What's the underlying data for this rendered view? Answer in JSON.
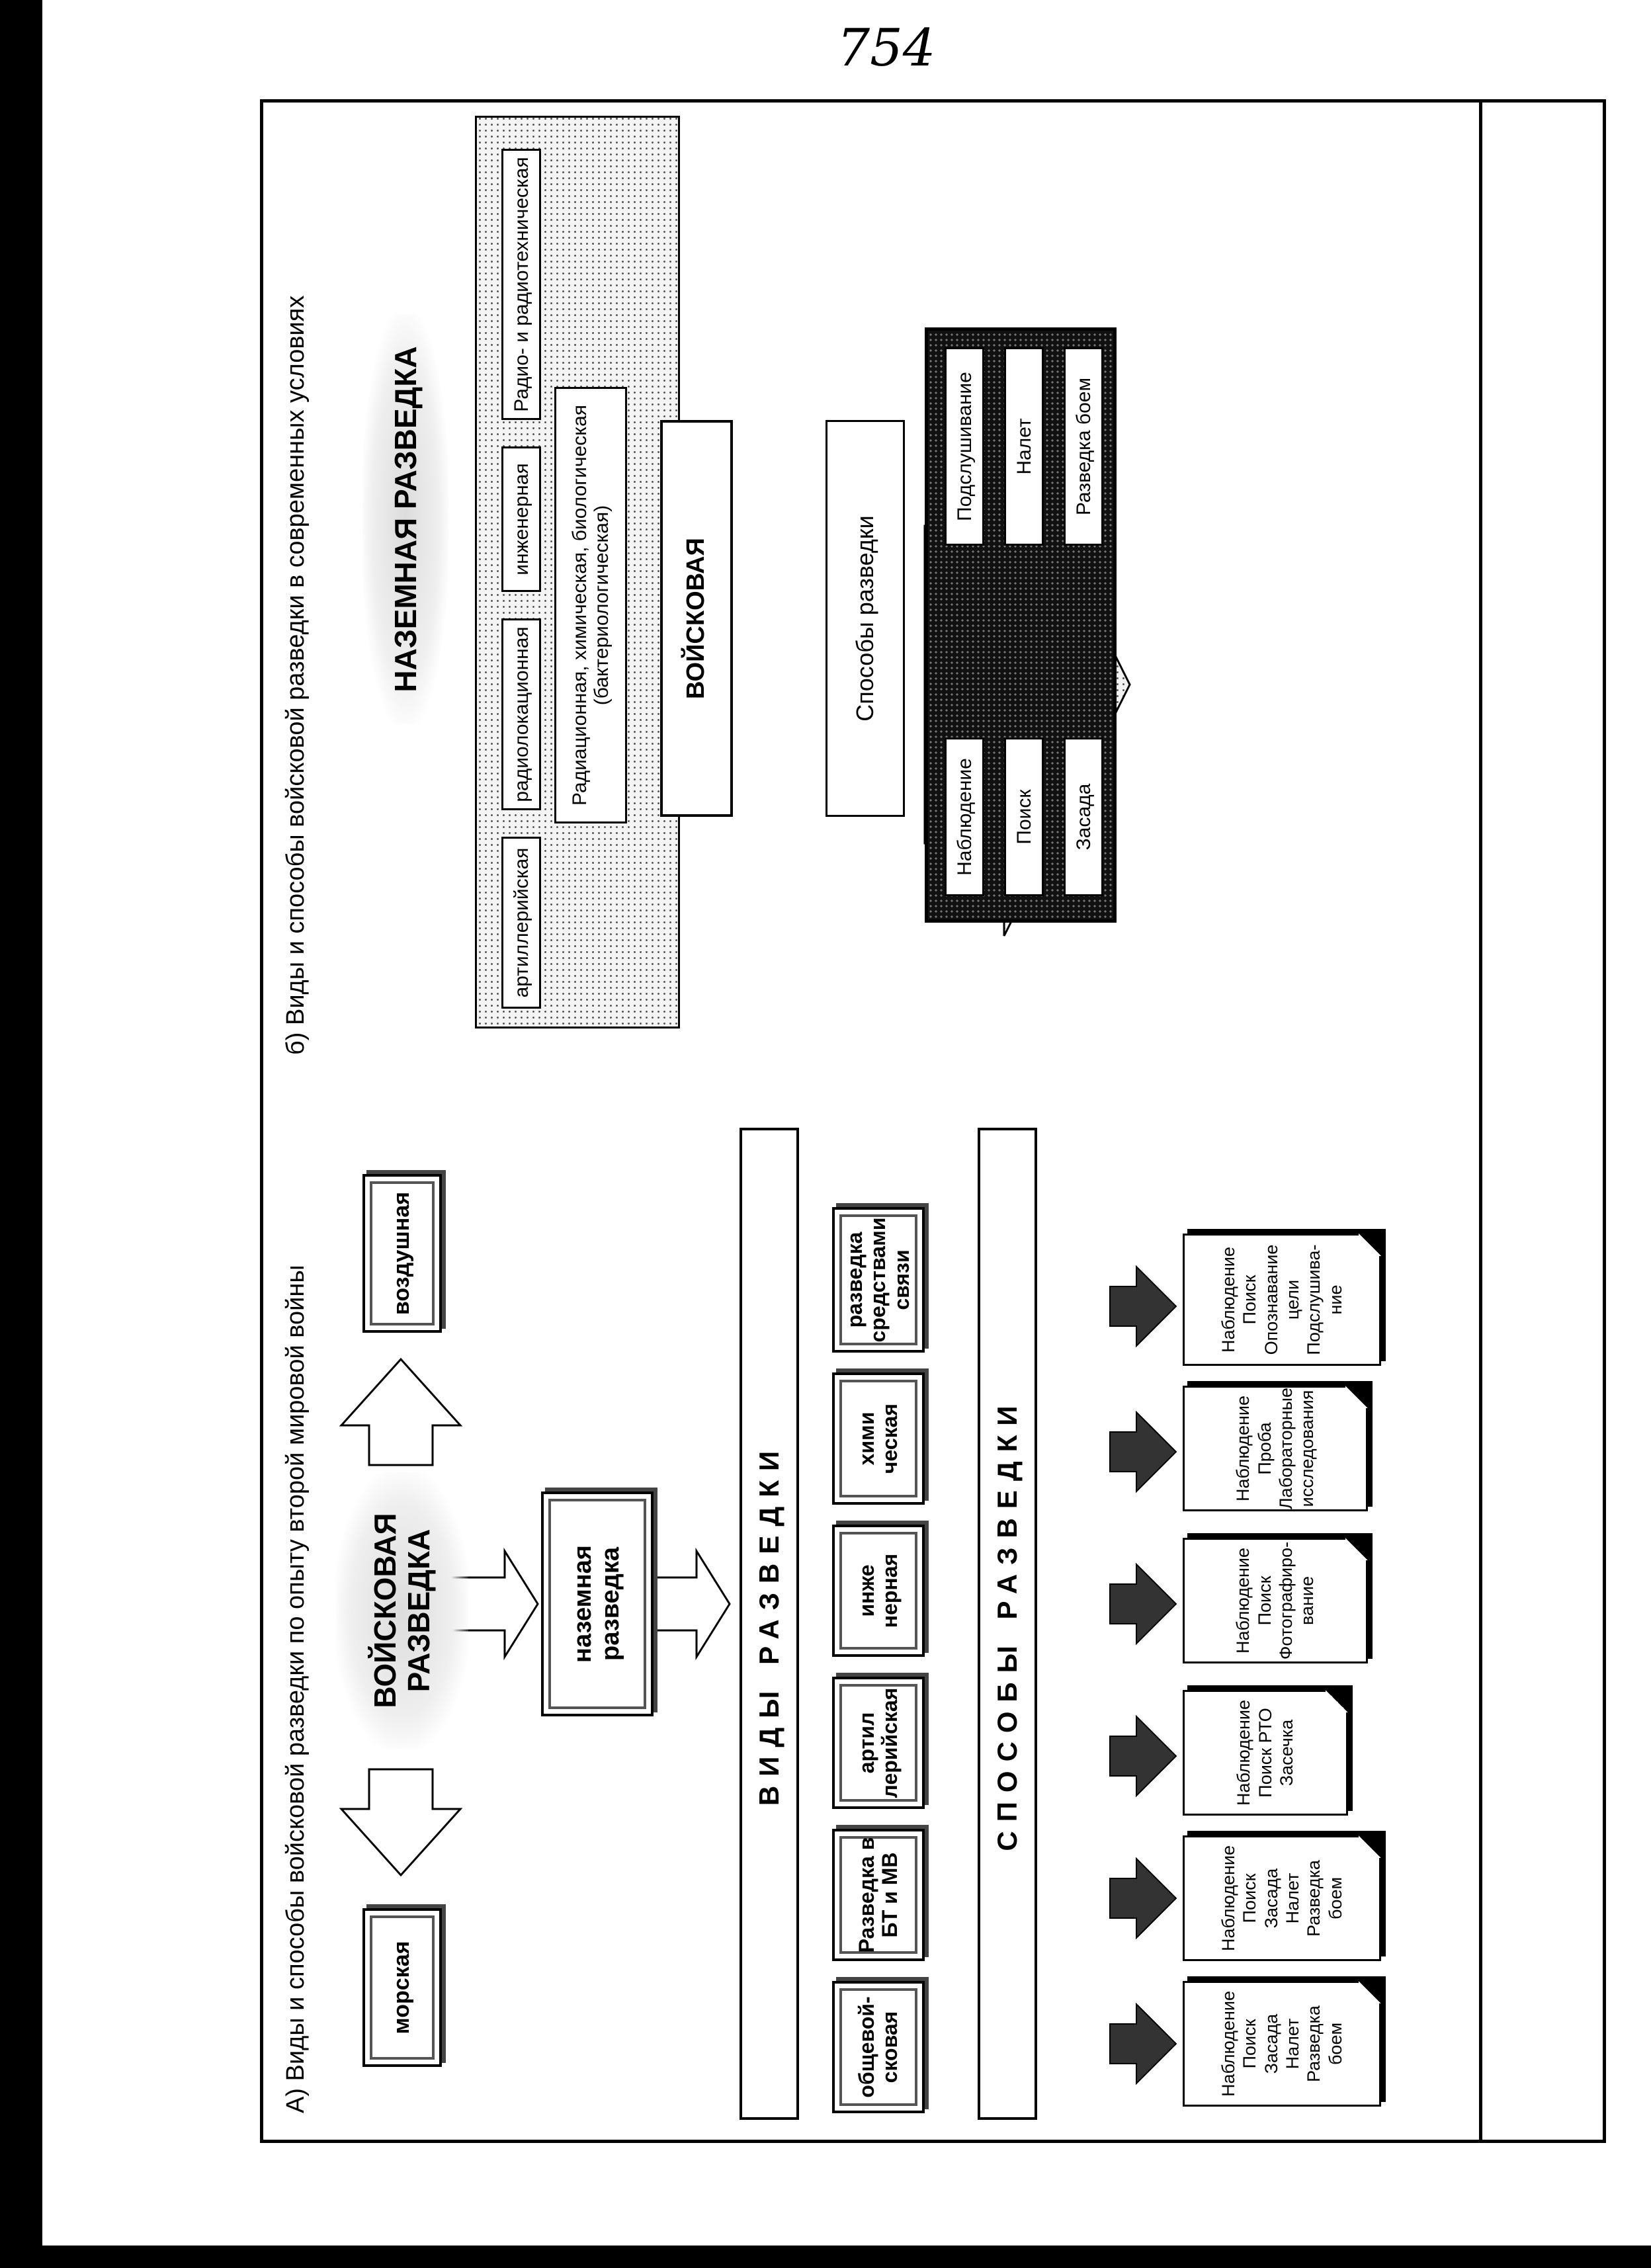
{
  "page_number": "754",
  "part_a": {
    "caption": "А) Виды и способы войсковой разведки по опыту второй мировой войны",
    "title": "ВОЙСКОВАЯ РАЗВЕДКА",
    "sea": "морская",
    "air": "воздушная",
    "ground": "наземная разведка",
    "types_band": "ВИДЫ РАЗВЕДКИ",
    "methods_band": "СПОСОБЫ РАЗВЕДКИ",
    "types": [
      "общевой-сковая",
      "Разведка в БТ и МВ",
      "артил лерийская",
      "инже нерная",
      "хими ческая",
      "разведка средствами связи"
    ],
    "methods": [
      "Наблюдение Поиск Засада Налет Разведка боем",
      "Наблюдение Поиск Засада Налет Разведка боем",
      "Наблюдение Поиск РТО Засечка",
      "Наблюдение Поиск Фотографиро-вание",
      "Наблюдение Проба Лабораторные исследования",
      "Наблюдение Поиск Опознавание цели Подслушива-ние"
    ]
  },
  "part_b": {
    "caption": "б) Виды и способы войсковой разведки в современных условиях",
    "title": "НАЗЕМНАЯ РАЗВЕДКА",
    "kinds": [
      "артиллерийская",
      "радиолокационная",
      "инженерная",
      "Радио- и радиотехническая"
    ],
    "rchb": "Радиационная, химическая, биологическая (бактериологическая)",
    "military": "ВОЙСКОВАЯ",
    "methods_title": "Способы разведки",
    "methods": [
      "Наблюдение",
      "Подслушивание",
      "Поиск",
      "Налет",
      "Засада",
      "Разведка боем"
    ]
  }
}
